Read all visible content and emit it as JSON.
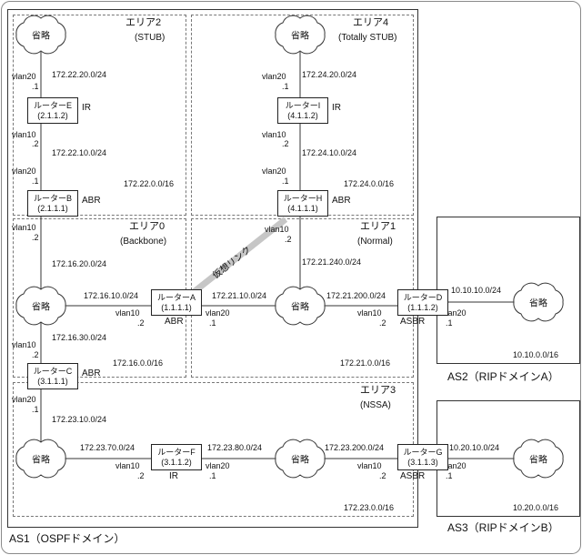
{
  "diagram": {
    "cloud_label": "省略",
    "virtual_link_label": "仮想リンク"
  },
  "as1": {
    "label": "AS1（OSPFドメイン）"
  },
  "as2": {
    "label": "AS2（RIPドメインA）",
    "network": "10.10.0.0/16",
    "link": {
      "net": "10.10.10.0/24",
      "vlan": "vlan20",
      "if": ".1"
    }
  },
  "as3": {
    "label": "AS3（RIPドメインB）",
    "network": "10.20.0.0/16",
    "link": {
      "net": "10.20.10.0/24",
      "vlan": "vlan20",
      "if": ".1"
    }
  },
  "area2": {
    "name": "エリア2",
    "type": "(STUB)",
    "network": "172.22.0.0/16",
    "uplink": {
      "vlan": "vlan20",
      "if": ".1",
      "net": "172.22.20.0/24"
    },
    "midlink": {
      "vlan_upper": "vlan10",
      "if_upper": ".2",
      "net": "172.22.10.0/24",
      "vlan_lower": "vlan20",
      "if_lower": ".1"
    }
  },
  "area4": {
    "name": "エリア4",
    "type": "(Totally STUB)",
    "network": "172.24.0.0/16",
    "uplink": {
      "vlan": "vlan20",
      "if": ".1",
      "net": "172.24.20.0/24"
    },
    "midlink": {
      "vlan_upper": "vlan10",
      "if_upper": ".2",
      "net": "172.24.10.0/24",
      "vlan_lower": "vlan20",
      "if_lower": ".1"
    }
  },
  "area0": {
    "name": "エリア0",
    "type": "(Backbone)",
    "network": "172.16.0.0/16",
    "link_b": {
      "vlan": "vlan10",
      "if": ".2",
      "net": "172.16.20.0/24"
    },
    "link_a": {
      "net": "172.16.10.0/24",
      "vlan": "vlan10",
      "if": ".2"
    },
    "link_c": {
      "net": "172.16.30.0/24",
      "vlan": "vlan10",
      "if": ".2"
    }
  },
  "area1": {
    "name": "エリア1",
    "type": "(Normal)",
    "network": "172.21.0.0/16",
    "link_h": {
      "vlan": "vlan10",
      "if": ".2",
      "net": "172.21.240.0/24"
    },
    "link_a": {
      "net": "172.21.10.0/24",
      "vlan": "vlan20",
      "if": ".1"
    },
    "link_d": {
      "net": "172.21.200.0/24",
      "vlan": "vlan10",
      "if": ".2"
    }
  },
  "area3": {
    "name": "エリア3",
    "type": "(NSSA)",
    "network": "172.23.0.0/16",
    "link_c": {
      "vlan": "vlan20",
      "if": ".1",
      "net": "172.23.10.0/24"
    },
    "link_f_left": {
      "net": "172.23.70.0/24",
      "vlan": "vlan10",
      "if": ".2"
    },
    "link_f_right": {
      "net": "172.23.80.0/24",
      "vlan": "vlan20",
      "if": ".1"
    },
    "link_g": {
      "net": "172.23.200.0/24",
      "vlan": "vlan10",
      "if": ".2"
    }
  },
  "routers": {
    "e": {
      "name": "ルーターE",
      "rid": "(2.1.1.2)",
      "role": "IR"
    },
    "i": {
      "name": "ルーターI",
      "rid": "(4.1.1.2)",
      "role": "IR"
    },
    "b": {
      "name": "ルーターB",
      "rid": "(2.1.1.1)",
      "role": "ABR"
    },
    "h": {
      "name": "ルーターH",
      "rid": "(4.1.1.1)",
      "role": "ABR"
    },
    "a": {
      "name": "ルーターA",
      "rid": "(1.1.1.1)",
      "role": "ABR"
    },
    "d": {
      "name": "ルーターD",
      "rid": "(1.1.1.2)",
      "role": "ASBR"
    },
    "c": {
      "name": "ルーターC",
      "rid": "(3.1.1.1)",
      "role": "ABR"
    },
    "f": {
      "name": "ルーターF",
      "rid": "(3.1.1.2)",
      "role": "IR"
    },
    "g": {
      "name": "ルーターG",
      "rid": "(3.1.1.3)",
      "role": "ASBR"
    }
  }
}
